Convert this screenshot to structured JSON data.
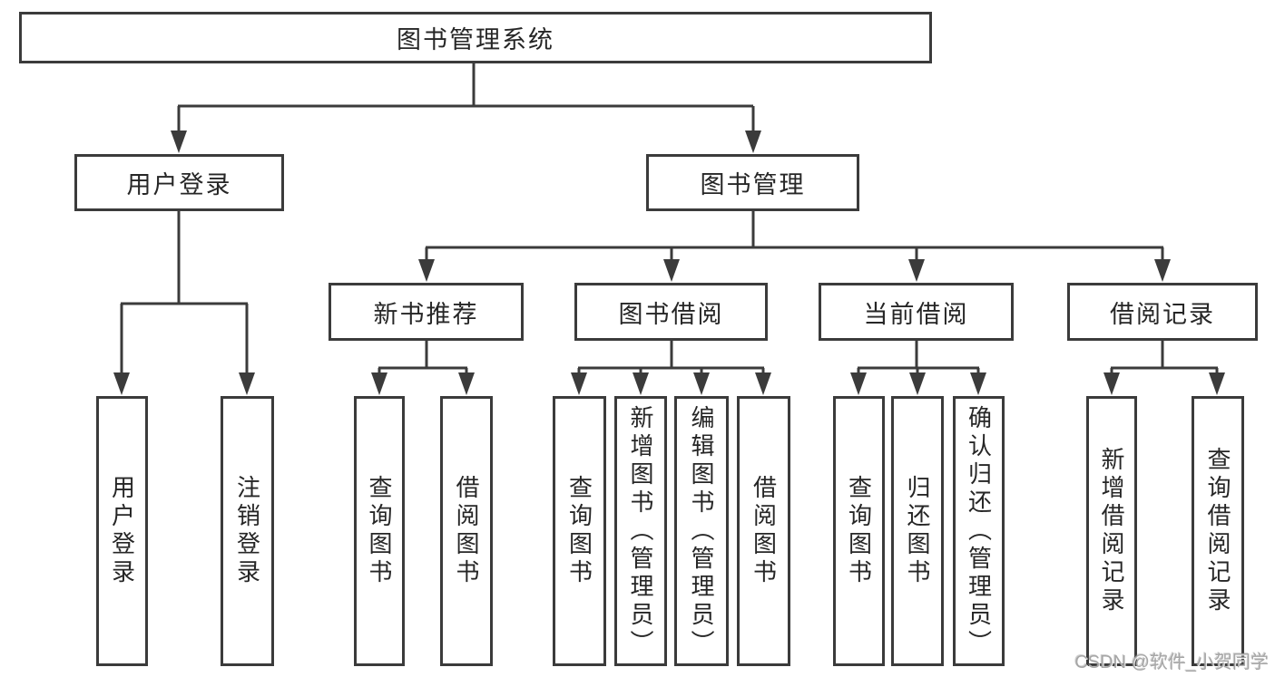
{
  "diagram_type": "hierarchy-tree",
  "tree": {
    "label": "图书管理系统",
    "children": [
      {
        "label": "用户登录",
        "children": [
          {
            "label": "用户登录"
          },
          {
            "label": "注销登录"
          }
        ]
      },
      {
        "label": "图书管理",
        "children": [
          {
            "label": "新书推荐",
            "children": [
              {
                "label": "查询图书"
              },
              {
                "label": "借阅图书"
              }
            ]
          },
          {
            "label": "图书借阅",
            "children": [
              {
                "label": "查询图书"
              },
              {
                "label": "新增图书（管理员）"
              },
              {
                "label": "编辑图书（管理员）"
              },
              {
                "label": "借阅图书"
              }
            ]
          },
          {
            "label": "当前借阅",
            "children": [
              {
                "label": "查询图书"
              },
              {
                "label": "归还图书"
              },
              {
                "label": "确认归还（管理员）"
              }
            ]
          },
          {
            "label": "借阅记录",
            "children": [
              {
                "label": "新增借阅记录"
              },
              {
                "label": "查询借阅记录"
              }
            ]
          }
        ]
      }
    ]
  },
  "watermark": {
    "text": "CSDN @软件_小贺同学"
  },
  "colors": {
    "line": "#3b3b3b",
    "text": "#262626",
    "background": "#ffffff",
    "watermark": "#a6a6a6"
  }
}
